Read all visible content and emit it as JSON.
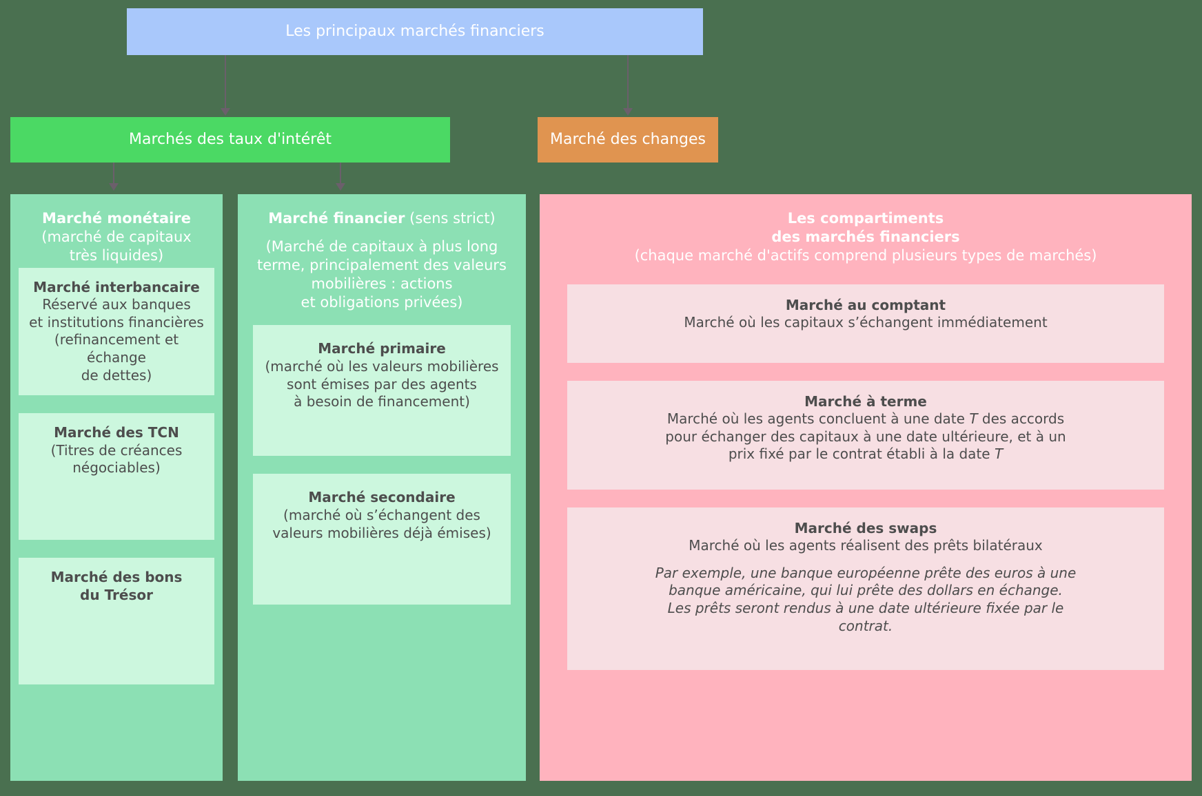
{
  "colors": {
    "background": "#4a7050",
    "root": "#a9c8fb",
    "rates": "#4bd964",
    "fx": "#e09450",
    "green_panel": "#8ce0b4",
    "green_card": "#ccf7de",
    "pink_panel": "#ffb3be",
    "pink_card": "#f7dfe3",
    "connector": "#6b5f6b"
  },
  "root": {
    "label": "Les principaux marchés financiers"
  },
  "branches": {
    "rates": "Marchés des taux d'intérêt",
    "fx": "Marché des changes"
  },
  "columns": {
    "monetaire": {
      "title": "Marché monétaire",
      "subtitle": "(marché de capitaux\ntrès liquides)",
      "cards": [
        {
          "title": "Marché interbancaire",
          "body": "Réservé aux banques\net institutions financières\n(refinancement et échange\nde dettes)"
        },
        {
          "title": "Marché des TCN",
          "body": "(Titres de créances\nnégociables)"
        },
        {
          "title": "Marché des bons\ndu Trésor",
          "body": ""
        }
      ]
    },
    "financier": {
      "title": "Marché financier",
      "title_suffix": " (sens strict)",
      "subtitle": "(Marché de capitaux à plus long\nterme, principalement des valeurs\nmobilières : actions\net obligations privées)",
      "cards": [
        {
          "title": "Marché primaire",
          "body": "(marché où les valeurs mobilières\nsont émises par des agents\nà besoin de financement)"
        },
        {
          "title": "Marché secondaire",
          "body": "(marché où s’échangent des\nvaleurs mobilières déjà émises)"
        }
      ]
    },
    "compartiments": {
      "title": "Les compartiments\ndes marchés financiers",
      "subtitle": "(chaque marché d'actifs comprend plusieurs types de marchés)",
      "cards": [
        {
          "title": "Marché au comptant",
          "body": "Marché où les capitaux s’échangent immédiatement"
        },
        {
          "title": "Marché à terme",
          "body_part1": "Marché où les agents concluent à une date ",
          "var1": "T",
          "body_part2": " des accords\npour échanger des capitaux à une date ultérieure, et à un\nprix fixé par le contrat établi à la date ",
          "var2": "T"
        },
        {
          "title": "Marché des swaps",
          "body": "Marché où les agents réalisent des prêts bilatéraux",
          "example": "Par exemple, une banque européenne prête des euros à une\nbanque américaine, qui lui prête des dollars en échange.\nLes prêts seront rendus à une date ultérieure fixée par le\ncontrat."
        }
      ]
    }
  }
}
